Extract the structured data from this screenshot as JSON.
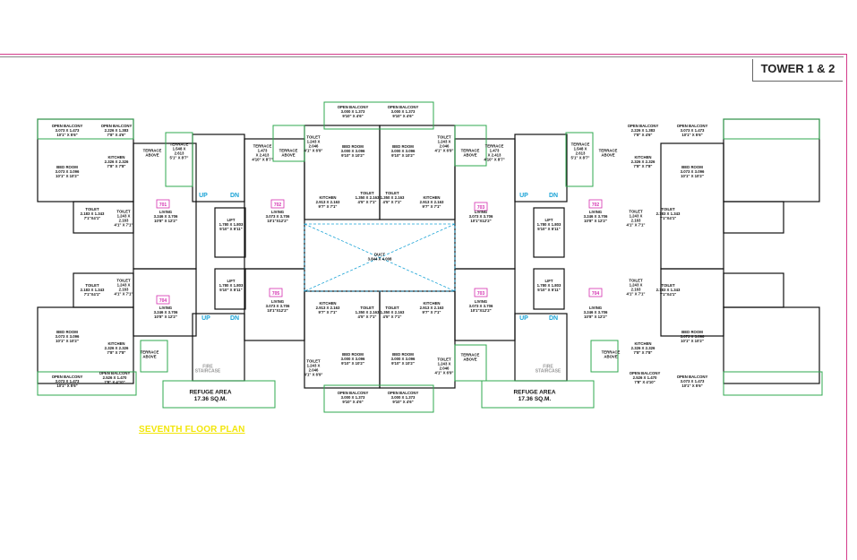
{
  "header": {
    "tower_label": "TOWER 1 & 2"
  },
  "caption": "SEVENTH FLOOR PLAN",
  "colors": {
    "wall": "#111111",
    "balcony": "#2fa84f",
    "accent": "#d43c8c",
    "duct": "#1aa3d6",
    "flat_tag": "#d42fb0"
  },
  "flat_numbers": [
    "701",
    "702",
    "703",
    "704",
    "705",
    "702",
    "701",
    "704",
    "703",
    "705"
  ],
  "rooms": {
    "open_balcony_a": [
      "OPEN BALCONY",
      "3.073 X 1.473",
      "10'1\" X 5'6\""
    ],
    "open_balcony_b": [
      "OPEN BALCONY",
      "2.226 X 1.383",
      "7'8\" X 4'6\""
    ],
    "open_balcony_c": [
      "OPEN BALCONY",
      "2.526 X 1.470",
      "7'8\" X 4'10\""
    ],
    "open_balcony_mid": [
      "OPEN BALCONY",
      "3.000 X 1.373",
      "9'10\" X 4'6\""
    ],
    "bed_room_side": [
      "BED ROOM",
      "3.073 X 3.096",
      "10'1\" X 10'2\""
    ],
    "bed_room_mid": [
      "BED ROOM",
      "3.000 X 3.096",
      "9'10\" X 10'2\""
    ],
    "kitchen_side": [
      "KITCHEN",
      "2.326 X 2.326",
      "7'8\" X 7'8\""
    ],
    "kitchen_mid": [
      "KITCHEN",
      "2.913 X 2.163",
      "9'7\" X 7'1\""
    ],
    "terrace_a": [
      "TERRACE",
      "1.548 X",
      "2.613",
      "5'1\" X 8'7\""
    ],
    "terrace_b": [
      "TERRACE",
      "1.473",
      "X 2.413",
      "4'10\" X 8'7\""
    ],
    "terrace_above": [
      "TERRACE",
      "ABOVE"
    ],
    "toilet_a": [
      "TOILET",
      "2.183 X 1.343",
      "7'1\"X4'1\""
    ],
    "toilet_b": [
      "TOILET",
      "1.243 X",
      "2.163",
      "4'1\" X 7'1\""
    ],
    "toilet_c": [
      "TOILET",
      "1.243 X",
      "2.046",
      "4'1\" X 6'9\""
    ],
    "toilet_d": [
      "TOILET",
      "1.350 X 2.163",
      "4'5\" X 7'1\""
    ],
    "living_a": [
      "LIVING",
      "3.246 X 3.706",
      "10'8\" X 12'2\""
    ],
    "living_b": [
      "LIVING",
      "3.073 X 3.706",
      "10'1\"X12'2\""
    ],
    "lift": [
      "LIFT",
      "1.780 X 1.803",
      "5'10\" X 5'11\""
    ],
    "duct": [
      "DUCT",
      "3.844 X 4.008"
    ],
    "fire_staircase": [
      "FIRE",
      "STAIRCASE"
    ],
    "refuge_area": [
      "REFUGE AREA",
      "17.36 SQ.M."
    ],
    "up": "UP",
    "dn": "DN"
  }
}
